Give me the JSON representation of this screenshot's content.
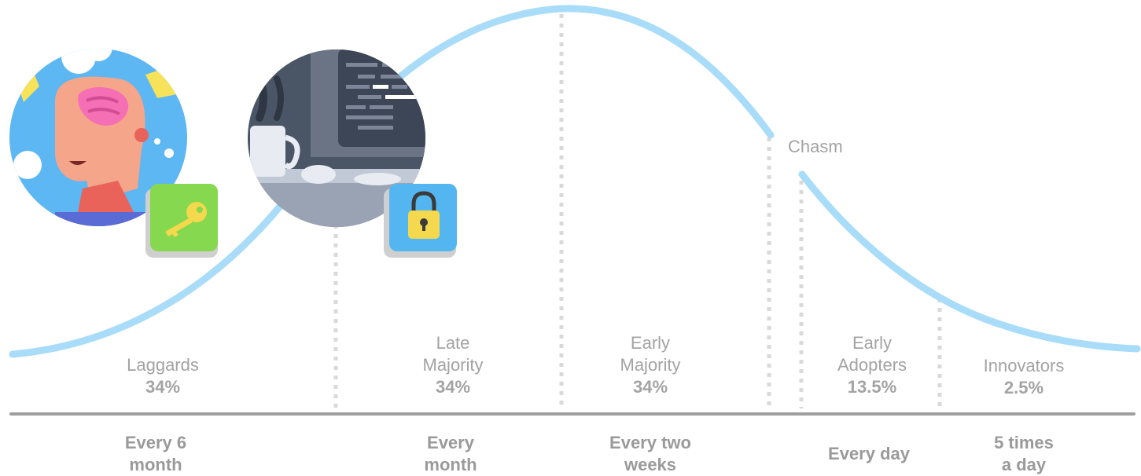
{
  "chasm_label": "Chasm",
  "segments": [
    {
      "name": "Laggards",
      "percent": "34%",
      "frequency": "Every 6\nmonth"
    },
    {
      "name": "Late\nMajority",
      "percent": "34%",
      "frequency": "Every\nmonth"
    },
    {
      "name": "Early\nMajority",
      "percent": "34%",
      "frequency": "Every two\nweeks"
    },
    {
      "name": "Early\nAdopters",
      "percent": "13.5%",
      "frequency": "Every day"
    },
    {
      "name": "Innovators",
      "percent": "2.5%",
      "frequency": "5 times\na day"
    }
  ],
  "icons": {
    "person": "person-thinking-icon",
    "key": "key-icon",
    "computer": "computer-coffee-icon",
    "lock": "padlock-icon"
  },
  "colors": {
    "curve": "#a9dcf8",
    "text": "#a3a3a3",
    "baseline": "#9e9e9e",
    "divider": "#d9d9d9"
  }
}
